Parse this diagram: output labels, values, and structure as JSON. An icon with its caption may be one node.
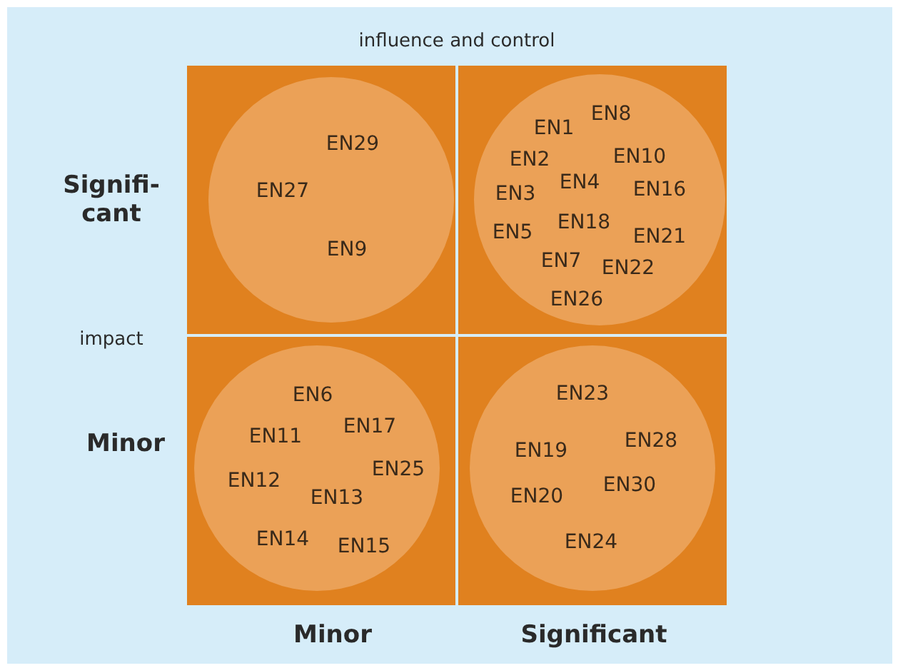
{
  "diagram": {
    "nodes": [
      {
        "text": [],
        "shape": "box"
      },
      {
        "text": [
          "EN29",
          "EN27",
          "EN9"
        ],
        "in": 0
      },
      {
        "text": [],
        "shape": "box"
      },
      {
        "text": [
          "EN1",
          "EN8",
          "EN2",
          "EN10",
          "EN4",
          "EN3",
          "EN16",
          "EN18",
          "EN5",
          "EN21",
          "EN7",
          "EN22",
          "EN26"
        ],
        "in": 2
      },
      {
        "text": [],
        "shape": "box"
      },
      {
        "text": [
          "EN6",
          "EN11",
          "EN17",
          "EN12",
          "EN25",
          "EN13",
          "EN14",
          "EN15"
        ],
        "in": 4
      },
      {
        "text": [],
        "shape": "box"
      },
      {
        "text": [
          "EN23",
          "EN19",
          "EN28",
          "EN30",
          "EN20",
          "EN24"
        ],
        "in": 6
      }
    ],
    "edges": [],
    "labels": [
      "influence and control",
      "Signifi-cant",
      "impact",
      "Minor",
      "Minor",
      "Significant"
    ]
  }
}
